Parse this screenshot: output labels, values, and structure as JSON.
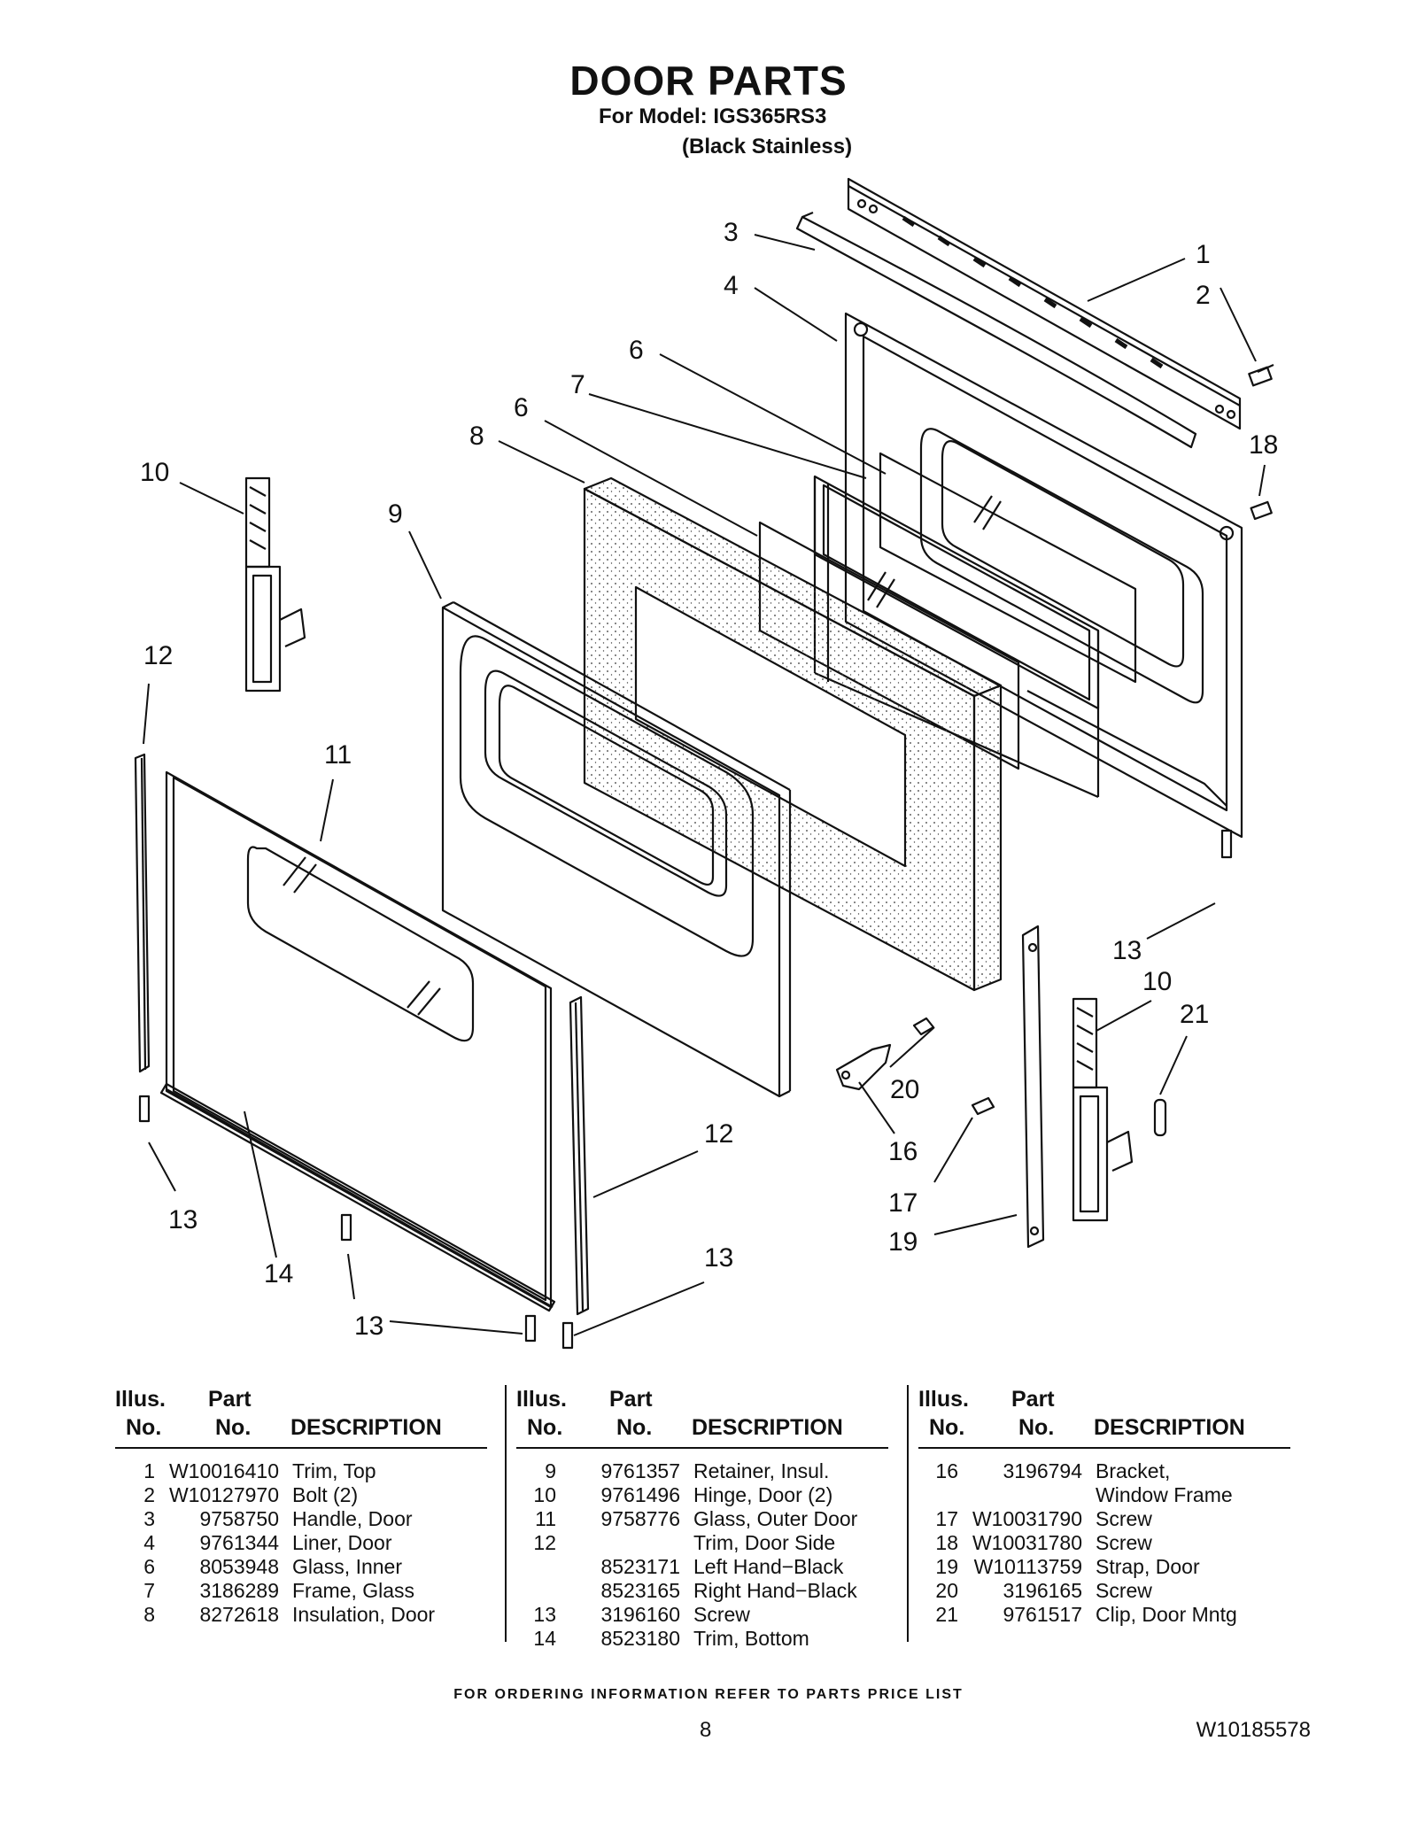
{
  "header": {
    "title": "DOOR PARTS",
    "model": "For Model: IGS365RS3",
    "variant": "(Black Stainless)"
  },
  "table_headers": {
    "illus": "Illus.",
    "no": "No.",
    "part": "Part",
    "part_no": "No.",
    "description": "DESCRIPTION"
  },
  "parts_columns": [
    {
      "rows": [
        {
          "no": "1",
          "part": "W10016410",
          "desc": "Trim, Top"
        },
        {
          "no": "2",
          "part": "W10127970",
          "desc": "Bolt (2)"
        },
        {
          "no": "3",
          "part": "9758750",
          "desc": "Handle, Door"
        },
        {
          "no": "4",
          "part": "9761344",
          "desc": "Liner, Door"
        },
        {
          "no": "6",
          "part": "8053948",
          "desc": "Glass, Inner"
        },
        {
          "no": "7",
          "part": "3186289",
          "desc": "Frame, Glass"
        },
        {
          "no": "8",
          "part": "8272618",
          "desc": "Insulation, Door"
        }
      ]
    },
    {
      "rows": [
        {
          "no": "9",
          "part": "9761357",
          "desc": "Retainer, Insul."
        },
        {
          "no": "10",
          "part": "9761496",
          "desc": "Hinge, Door (2)"
        },
        {
          "no": "11",
          "part": "9758776",
          "desc": "Glass, Outer Door"
        },
        {
          "no": "12",
          "part": "",
          "desc": "Trim, Door Side"
        },
        {
          "no": "",
          "part": "8523171",
          "desc": "Left Hand−Black"
        },
        {
          "no": "",
          "part": "8523165",
          "desc": "Right Hand−Black"
        },
        {
          "no": "13",
          "part": "3196160",
          "desc": "Screw"
        },
        {
          "no": "14",
          "part": "8523180",
          "desc": "Trim, Bottom"
        }
      ]
    },
    {
      "rows": [
        {
          "no": "16",
          "part": "3196794",
          "desc": "Bracket,"
        },
        {
          "no": "",
          "part": "",
          "desc": "Window Frame"
        },
        {
          "no": "17",
          "part": "W10031790",
          "desc": "Screw"
        },
        {
          "no": "18",
          "part": "W10031780",
          "desc": "Screw"
        },
        {
          "no": "19",
          "part": "W10113759",
          "desc": "Strap, Door"
        },
        {
          "no": "20",
          "part": "3196165",
          "desc": "Screw"
        },
        {
          "no": "21",
          "part": "9761517",
          "desc": "Clip, Door Mntg"
        }
      ]
    }
  ],
  "diagram": {
    "callouts": [
      "1",
      "2",
      "3",
      "4",
      "6",
      "7",
      "6",
      "8",
      "9",
      "10",
      "12",
      "11",
      "18",
      "13",
      "10",
      "21",
      "20",
      "16",
      "12",
      "17",
      "13",
      "19",
      "14",
      "13",
      "13"
    ]
  },
  "footer": {
    "ordering": "FOR ORDERING INFORMATION REFER TO PARTS PRICE LIST",
    "page_number": "8",
    "doc_number": "W10185578"
  }
}
